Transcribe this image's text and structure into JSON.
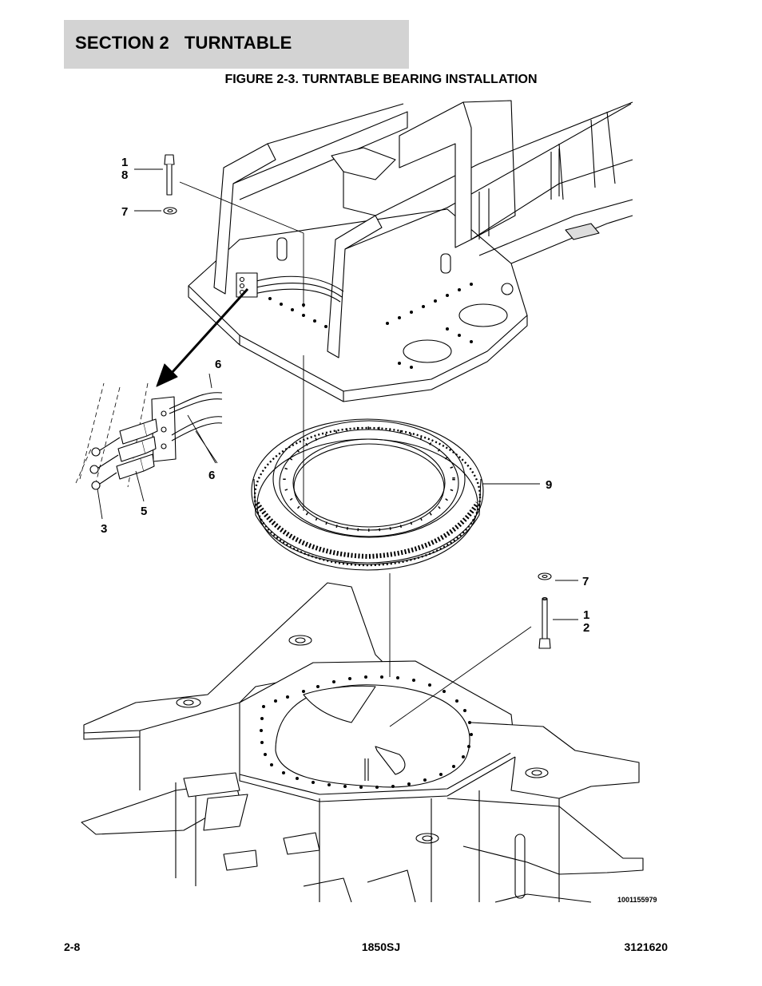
{
  "header": {
    "section_title": "SECTION 2   TURNTABLE"
  },
  "figure": {
    "title": "FIGURE 2-3.  TURNTABLE BEARING INSTALLATION",
    "drawing_number": "1001155979",
    "callouts": {
      "top_bolt_a": "1",
      "top_bolt_b": "8",
      "top_washer": "7",
      "hoses_top": "6",
      "hoses_bottom": "6",
      "fitting_5": "5",
      "fitting_3": "3",
      "bearing": "9",
      "lower_washer": "7",
      "lower_bolt_a": "1",
      "lower_bolt_b": "2"
    }
  },
  "footer": {
    "page_number": "2-8",
    "model": "1850SJ",
    "manual_number": "3121620"
  }
}
